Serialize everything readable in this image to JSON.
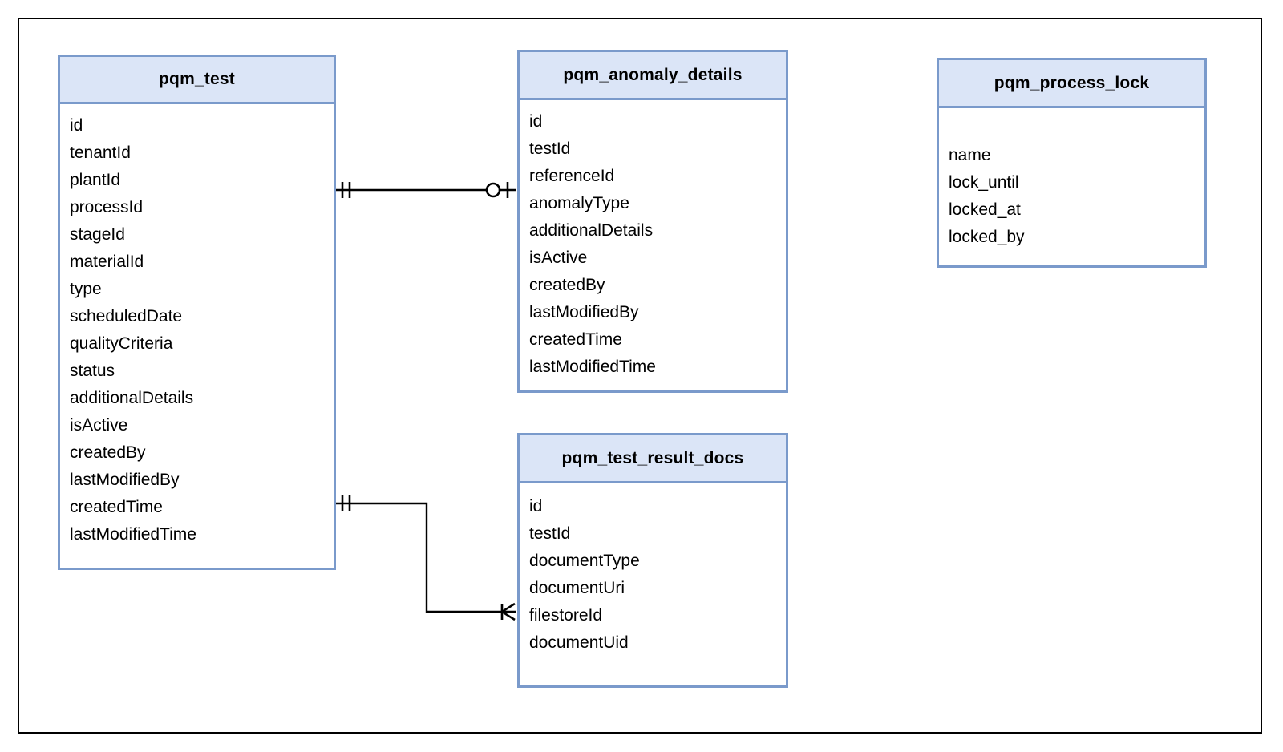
{
  "diagram": {
    "type": "entity-relationship-diagram",
    "notation": "crows-foot",
    "background_color": "#ffffff",
    "frame_color": "#000000",
    "entity_border_color": "#7a9acb",
    "entity_header_color": "#dbe5f7",
    "entity_body_color": "#ffffff",
    "connector_color": "#000000"
  },
  "entities": [
    {
      "name": "pqm_test",
      "fields": [
        "id",
        "tenantId",
        "plantId",
        "processId",
        "stageId",
        "materialId",
        "type",
        "scheduledDate",
        "qualityCriteria",
        "status",
        "additionalDetails",
        "isActive",
        "createdBy",
        "lastModifiedBy",
        "createdTime",
        "lastModifiedTime"
      ]
    },
    {
      "name": "pqm_anomaly_details",
      "fields": [
        "id",
        "testId",
        "referenceId",
        "anomalyType",
        "additionalDetails",
        "isActive",
        "createdBy",
        "lastModifiedBy",
        "createdTime",
        "lastModifiedTime"
      ]
    },
    {
      "name": "pqm_process_lock",
      "fields": [
        "name",
        "lock_until",
        "locked_at",
        "locked_by"
      ]
    },
    {
      "name": "pqm_test_result_docs",
      "fields": [
        "id",
        "testId",
        "documentType",
        "documentUri",
        "filestoreId",
        "documentUid"
      ]
    }
  ],
  "relationships": [
    {
      "from": "pqm_test",
      "to": "pqm_anomaly_details",
      "from_cardinality": "exactly-one",
      "to_cardinality": "zero-or-one",
      "route": "straight"
    },
    {
      "from": "pqm_test",
      "to": "pqm_test_result_docs",
      "from_cardinality": "exactly-one",
      "to_cardinality": "one-or-many",
      "route": "orthogonal-elbow"
    }
  ]
}
